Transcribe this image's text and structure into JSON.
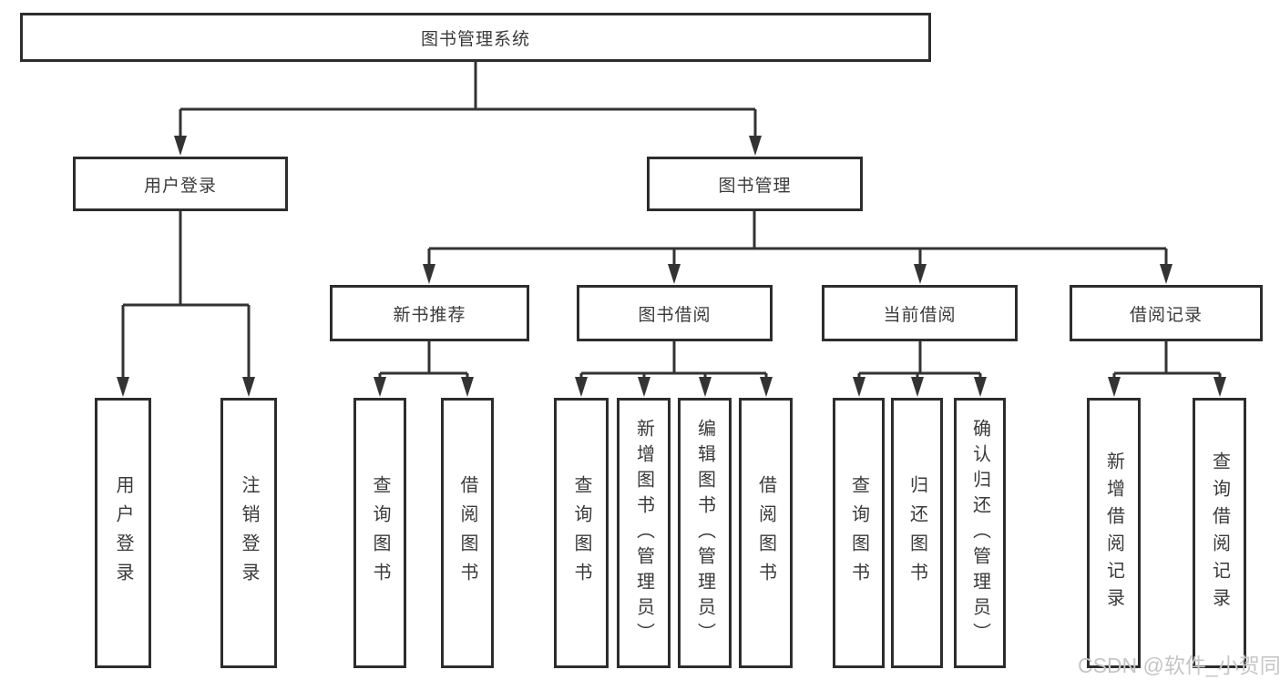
{
  "colors": {
    "line": "#333333",
    "box_border": "#2d2d2d",
    "box_fill": "#ffffff",
    "text": "#3a3a3a",
    "watermark": "#c6c6c6"
  },
  "tree": {
    "root": "图书管理系统",
    "user_branch": {
      "label": "用户登录",
      "leaves": [
        "用户登录",
        "注销登录"
      ]
    },
    "book_branch": {
      "label": "图书管理",
      "groups": [
        {
          "label": "新书推荐",
          "leaves": [
            "查询图书",
            "借阅图书"
          ]
        },
        {
          "label": "图书借阅",
          "leaves": [
            "查询图书",
            "新增图书（管理员）",
            "编辑图书（管理员）",
            "借阅图书"
          ]
        },
        {
          "label": "当前借阅",
          "leaves": [
            "查询图书",
            "归还图书",
            "确认归还（管理员）"
          ]
        },
        {
          "label": "借阅记录",
          "leaves": [
            "新增借阅记录",
            "查询借阅记录"
          ]
        }
      ]
    }
  },
  "watermark": "CSDN @软件_小贺同学"
}
